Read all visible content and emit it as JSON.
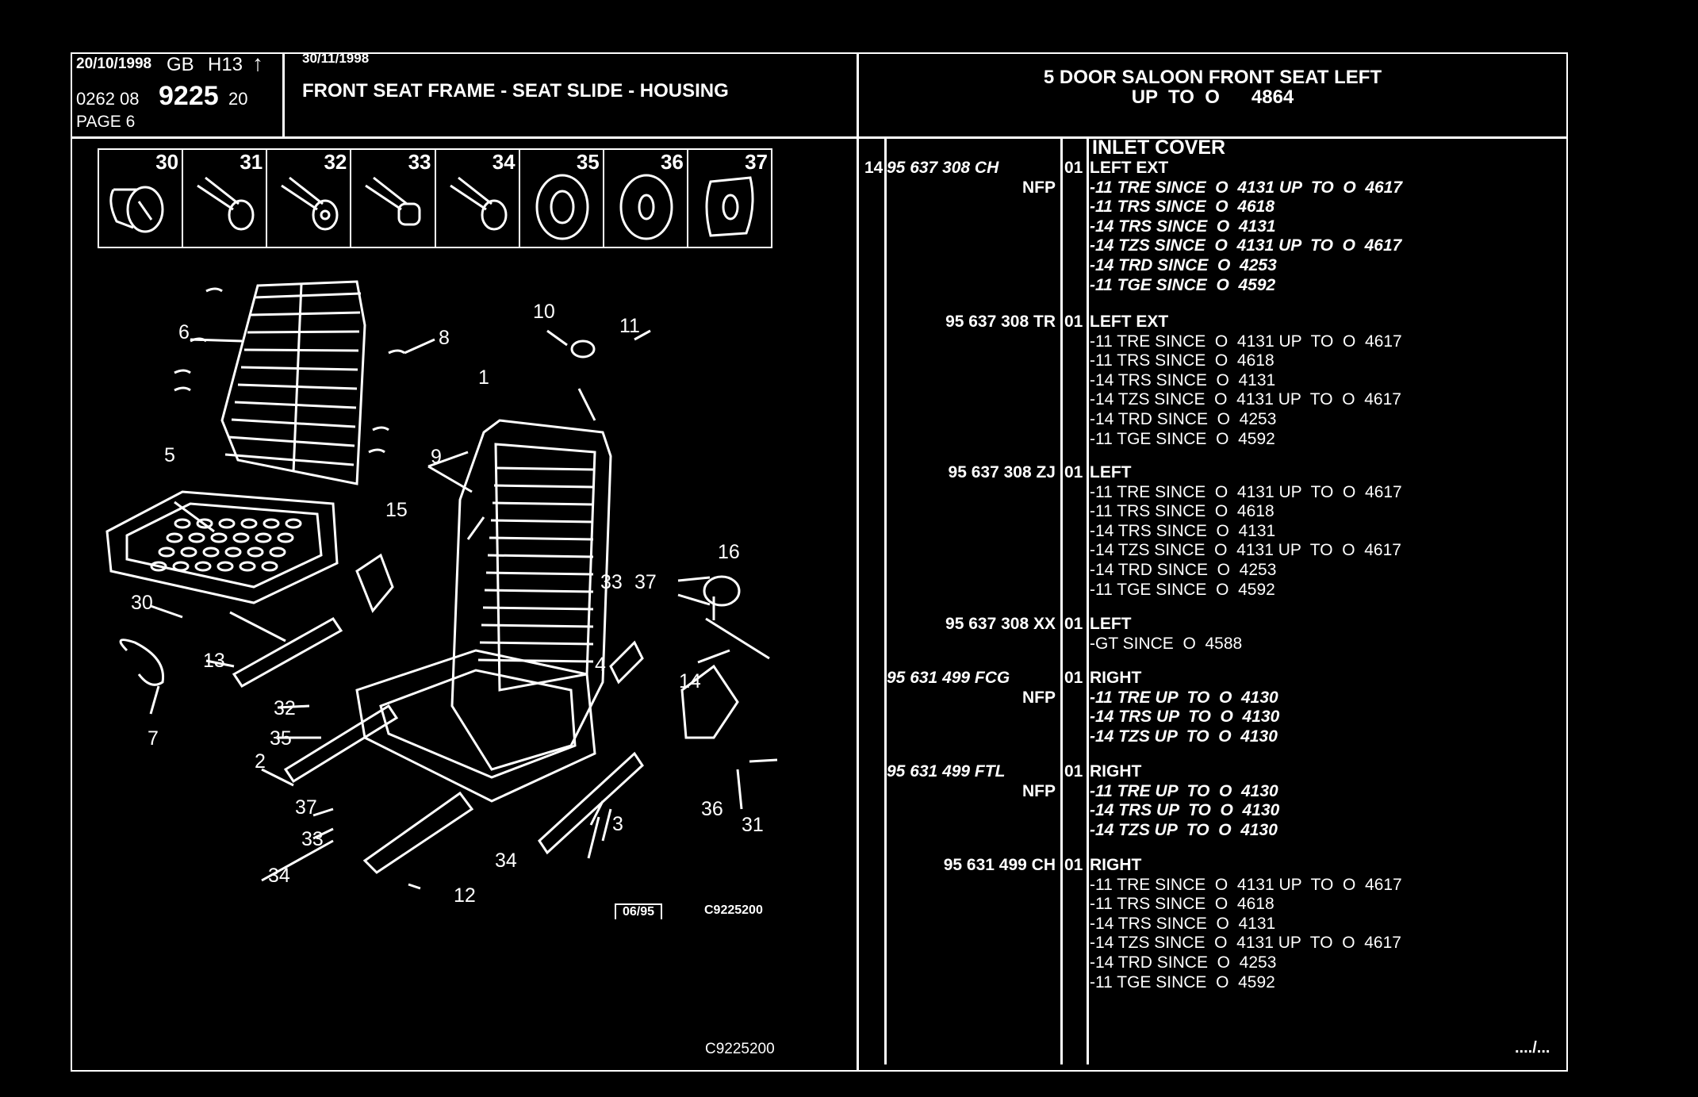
{
  "header": {
    "date_left": "20/10/1998",
    "region": "GB",
    "code": "H13",
    "arrow_icon": "up-arrow-icon",
    "ref_prefix": "0262  08",
    "ref_main": "9225",
    "ref_suffix": "20",
    "page": "PAGE  6",
    "date_right": "30/11/1998",
    "title": "FRONT SEAT FRAME - SEAT SLIDE - HOUSING",
    "model_line1": "5 DOOR SALOON FRONT SEAT LEFT",
    "model_line2": "UP  TO  O      4864"
  },
  "thumbnails": [
    "30",
    "31",
    "32",
    "33",
    "34",
    "35",
    "36",
    "37"
  ],
  "diagram": {
    "callouts": [
      "6",
      "8",
      "10",
      "11",
      "1",
      "9",
      "5",
      "15",
      "16",
      "33",
      "37",
      "30",
      "13",
      "7",
      "4",
      "14",
      "32",
      "35",
      "2",
      "37",
      "33",
      "3",
      "36",
      "31",
      "34",
      "34",
      "12"
    ],
    "date_box": "06/95",
    "ref_inner": "C9225200",
    "ref_bottom": "C9225200"
  },
  "parts": {
    "heading": "INLET COVER",
    "groups": [
      {
        "ref": "14",
        "part_no": "95 637 308 CH",
        "note": "NFP",
        "qty": "01",
        "desc": "LEFT EXT",
        "lines": [
          "-11 TRE SINCE  O  4131 UP  TO  O  4617",
          "-11 TRS SINCE  O  4618",
          "-14 TRS SINCE  O  4131",
          "-14 TZS SINCE  O  4131 UP  TO  O  4617",
          "-14 TRD SINCE  O  4253",
          "-11 TGE SINCE  O  4592"
        ]
      },
      {
        "ref": "",
        "part_no": "95 637 308 TR",
        "note": "",
        "qty": "01",
        "desc": "LEFT EXT",
        "lines": [
          "-11 TRE SINCE  O  4131 UP  TO  O  4617",
          "-11 TRS SINCE  O  4618",
          "-14 TRS SINCE  O  4131",
          "-14 TZS SINCE  O  4131 UP  TO  O  4617",
          "-14 TRD SINCE  O  4253",
          "-11 TGE SINCE  O  4592"
        ]
      },
      {
        "ref": "",
        "part_no": "95 637 308 ZJ",
        "note": "",
        "qty": "01",
        "desc": "LEFT",
        "lines": [
          "-11 TRE SINCE  O  4131 UP  TO  O  4617",
          "-11 TRS SINCE  O  4618",
          "-14 TRS SINCE  O  4131",
          "-14 TZS SINCE  O  4131 UP  TO  O  4617",
          "-14 TRD SINCE  O  4253",
          "-11 TGE SINCE  O  4592"
        ]
      },
      {
        "ref": "",
        "part_no": "95 637 308 XX",
        "note": "",
        "qty": "01",
        "desc": "LEFT",
        "lines": [
          "-GT SINCE  O  4588"
        ]
      },
      {
        "ref": "",
        "part_no": "95 631 499 FCG",
        "note": "NFP",
        "qty": "01",
        "desc": "RIGHT",
        "lines": [
          "-11 TRE UP  TO  O  4130",
          "-14 TRS UP  TO  O  4130",
          "-14 TZS UP  TO  O  4130"
        ]
      },
      {
        "ref": "",
        "part_no": "95 631 499 FTL",
        "note": "NFP",
        "qty": "01",
        "desc": "RIGHT",
        "lines": [
          "-11 TRE UP  TO  O  4130",
          "-14 TRS UP  TO  O  4130",
          "-14 TZS UP  TO  O  4130"
        ]
      },
      {
        "ref": "",
        "part_no": "95 631 499 CH",
        "note": "",
        "qty": "01",
        "desc": "RIGHT",
        "lines": [
          "-11 TRE SINCE  O  4131 UP  TO  O  4617",
          "-11 TRS SINCE  O  4618",
          "-14 TRS SINCE  O  4131",
          "-14 TZS SINCE  O  4131 UP  TO  O  4617",
          "-14 TRD SINCE  O  4253",
          "-11 TGE SINCE  O  4592"
        ]
      }
    ],
    "continued": "..../..."
  }
}
